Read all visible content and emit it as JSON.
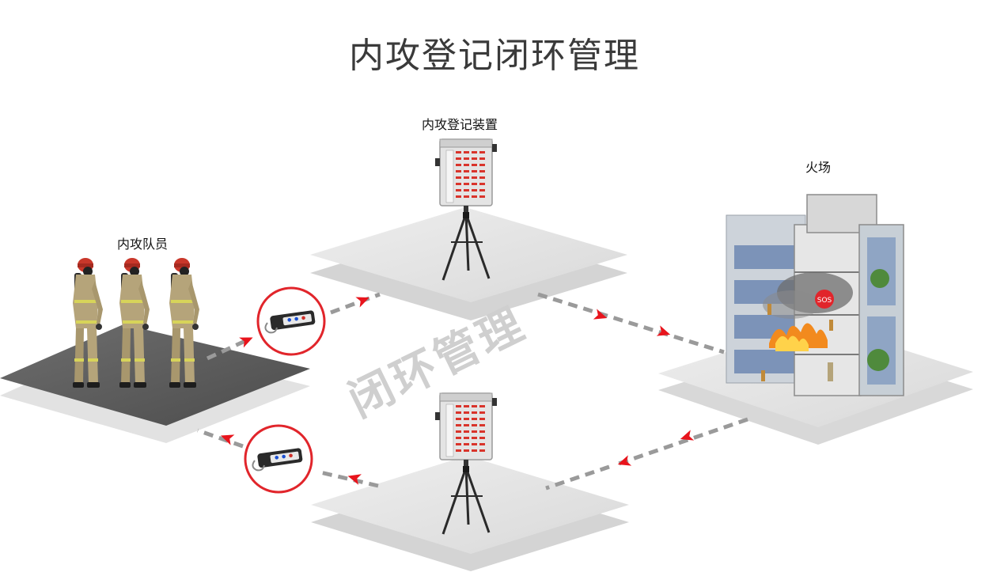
{
  "title": "内攻登记闭环管理",
  "labels": {
    "firefighters": "内攻队员",
    "device": "内攻登记装置",
    "fire_scene": "火场",
    "loop": "闭环管理"
  },
  "sos_text": "SOS",
  "colors": {
    "arrow": "#e8141c",
    "dash": "#9a9a9a",
    "dark_platform": "#5d5d5d",
    "light_platform": "#e3e3e3",
    "turnout_gear": "#b5a47a",
    "helmet": "#d33a2a",
    "fire": "#f28a1e"
  },
  "icons": [
    "firefighter-figure",
    "registration-device-on-tripod",
    "id-tag",
    "building-fire",
    "arrow-icon"
  ]
}
